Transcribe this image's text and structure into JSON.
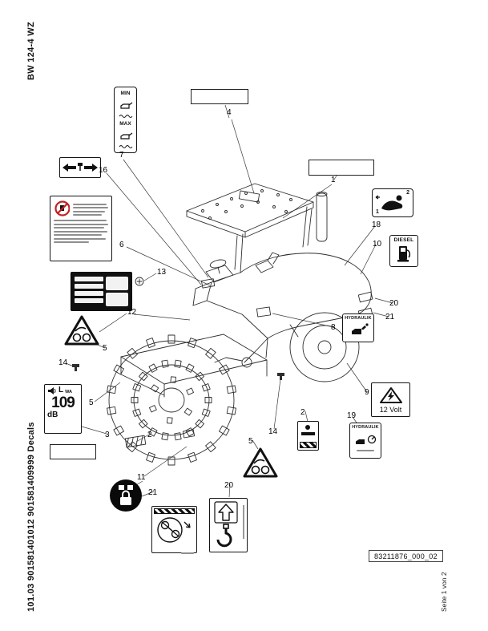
{
  "page": {
    "header_vertical": "BW 124-4 WZ",
    "footer_vertical": "101.03 901581401012 901581409999 Decals",
    "doc_number": "83211876_000_02",
    "page_note": "Seite 1 von 2"
  },
  "decals": {
    "min_max": {
      "min": "MIN",
      "max": "MAX"
    },
    "diesel": {
      "label": "DIESEL"
    },
    "hydraulik_upper": {
      "label": "HYDRAULIK"
    },
    "hydraulik_lower": {
      "label": "HYDRAULIK"
    },
    "volt": {
      "label": "12 Volt"
    },
    "noise": {
      "symbol": "L",
      "sub": "WA",
      "value": "109",
      "unit": "dB"
    },
    "seat": {
      "top_number": "2",
      "bottom_number": "1"
    }
  },
  "callouts": [
    {
      "n": "4"
    },
    {
      "n": "7"
    },
    {
      "n": "16"
    },
    {
      "n": "6"
    },
    {
      "n": "13"
    },
    {
      "n": "12"
    },
    {
      "n": "5"
    },
    {
      "n": "14"
    },
    {
      "n": "5"
    },
    {
      "n": "3"
    },
    {
      "n": "2"
    },
    {
      "n": "11"
    },
    {
      "n": "21"
    },
    {
      "n": "20"
    },
    {
      "n": "5"
    },
    {
      "n": "14"
    },
    {
      "n": "2"
    },
    {
      "n": "1"
    },
    {
      "n": "18"
    },
    {
      "n": "10"
    },
    {
      "n": "20"
    },
    {
      "n": "21"
    },
    {
      "n": "8"
    },
    {
      "n": "9"
    },
    {
      "n": "19"
    }
  ]
}
